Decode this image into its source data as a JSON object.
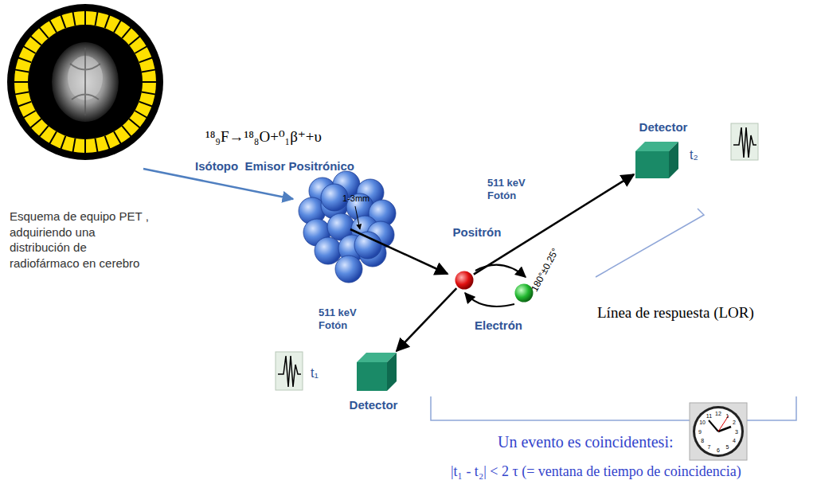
{
  "diagram": {
    "nodes": [
      {
        "text": [
          "Positrón"
        ]
      },
      {
        "text": [
          "Electrón"
        ]
      },
      {
        "text": [
          "Detector"
        ]
      },
      {
        "text": [
          "Detector"
        ]
      }
    ],
    "edges": [
      {
        "from": 0,
        "to": 2,
        "arrow": "to"
      },
      {
        "from": 0,
        "to": 3,
        "arrow": "to"
      }
    ],
    "labels": [
      "Esquema de equipo PET , adquiriendo una distribución de radiofármaco en cerebro",
      "¹⁸₉F→¹⁸₈O+⁰₁β⁺+υ",
      "Isótopo  Emisor Positrónico",
      "1-3mm",
      "511 keV Fotón",
      "180°±0.25°",
      "t₂",
      "511 keV Fotón",
      "t₁",
      "Línea de respuesta (LOR)",
      "Un evento es coincidentesi:",
      "|t₁ - t₂| < 2 τ (= ventana de tiempo de coincidencia)",
      "12",
      "1",
      "2",
      "3",
      "4",
      "5",
      "6",
      "7",
      "8",
      "9",
      "10",
      "11"
    ]
  }
}
